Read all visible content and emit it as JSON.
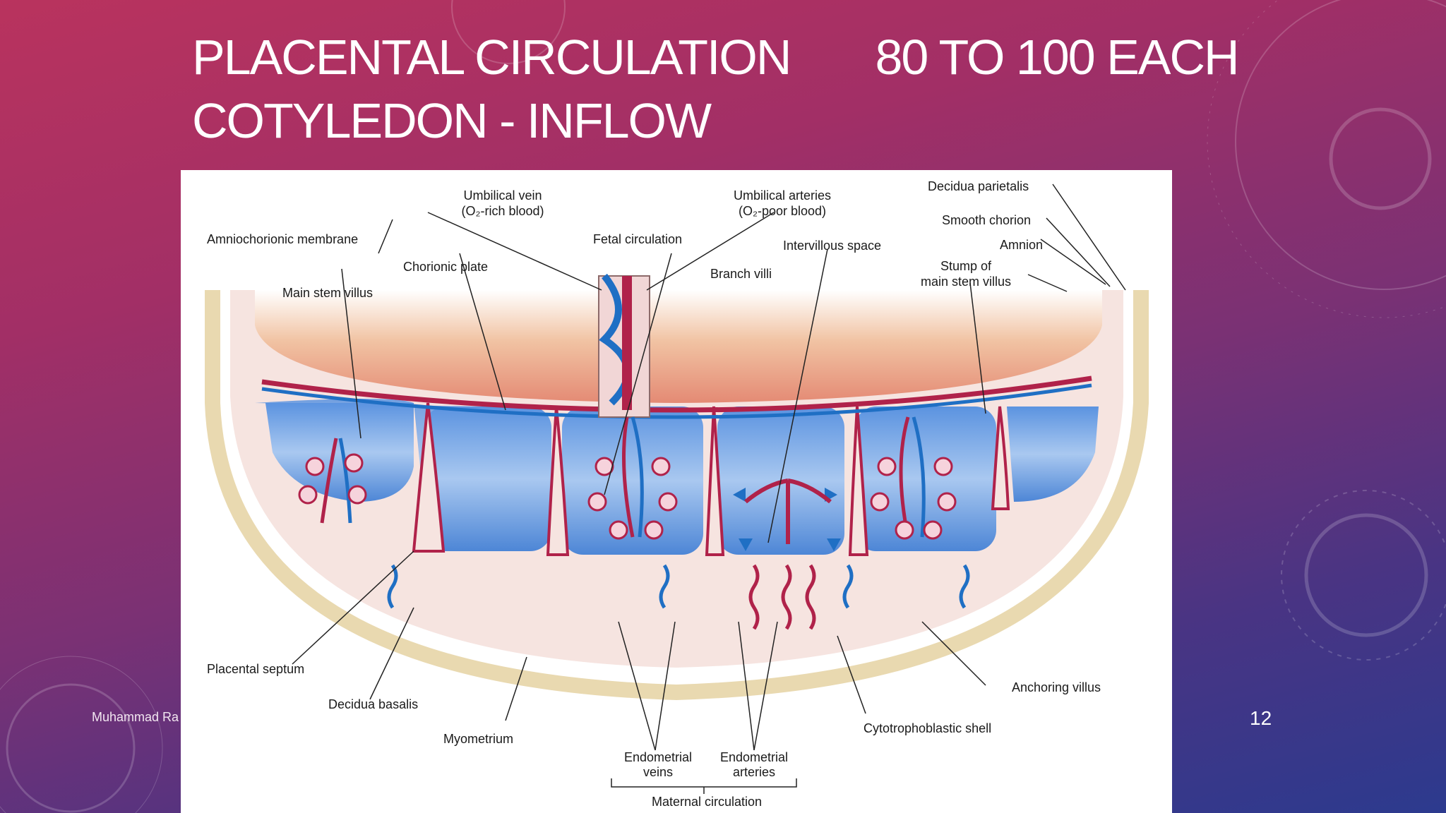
{
  "slide": {
    "title_line1a": "PLACENTAL CIRCULATION",
    "title_line1b": "80 TO 100 EACH",
    "title_line2": "COTYLEDON - INFLOW",
    "footer_author": "Muhammad Ra",
    "page_number": "12"
  },
  "diagram": {
    "labels": {
      "umbilical_vein": "Umbilical vein",
      "umbilical_vein_sub": "(O₂-rich blood)",
      "umbilical_arteries": "Umbilical arteries",
      "umbilical_arteries_sub": "(O₂-poor blood)",
      "decidua_parietalis": "Decidua parietalis",
      "smooth_chorion": "Smooth chorion",
      "amnion": "Amnion",
      "amniochorionic_membrane": "Amniochorionic membrane",
      "fetal_circulation": "Fetal circulation",
      "intervillous_space": "Intervillous space",
      "chorionic_plate": "Chorionic plate",
      "branch_villi": "Branch villi",
      "stump_line1": "Stump of",
      "stump_line2": "main stem villus",
      "main_stem_villus": "Main stem villus",
      "placental_septum": "Placental septum",
      "decidua_basalis": "Decidua basalis",
      "myometrium": "Myometrium",
      "endometrial_veins_line1": "Endometrial",
      "endometrial_veins_line2": "veins",
      "endometrial_arteries_line1": "Endometrial",
      "endometrial_arteries_line2": "arteries",
      "maternal_circulation": "Maternal circulation",
      "cytotrophoblastic_shell": "Cytotrophoblastic shell",
      "anchoring_villus": "Anchoring villus"
    }
  },
  "colors": {
    "artery_red": "#b0224a",
    "vein_blue": "#1f6fc4",
    "intervillous_blue": "#a9c8f0",
    "chorion_peach": "#e9a27e"
  }
}
